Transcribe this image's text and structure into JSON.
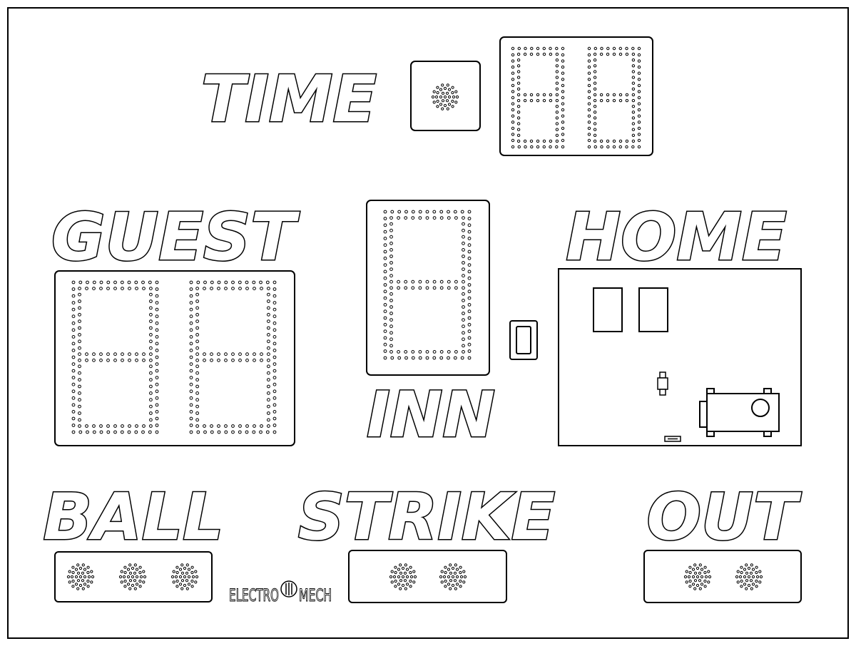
{
  "labels": {
    "time": "TIME",
    "guest": "GUEST",
    "home": "HOME",
    "inning": "INN",
    "ball": "BALL",
    "strike": "STRIKE",
    "out": "OUT"
  },
  "logo": {
    "left": "ELECTRO",
    "right": "MECH"
  },
  "indicators": {
    "ball_lamps": 3,
    "strike_lamps": 2,
    "out_lamps": 2
  },
  "colors": {
    "line": "#000000",
    "background": "#ffffff"
  }
}
